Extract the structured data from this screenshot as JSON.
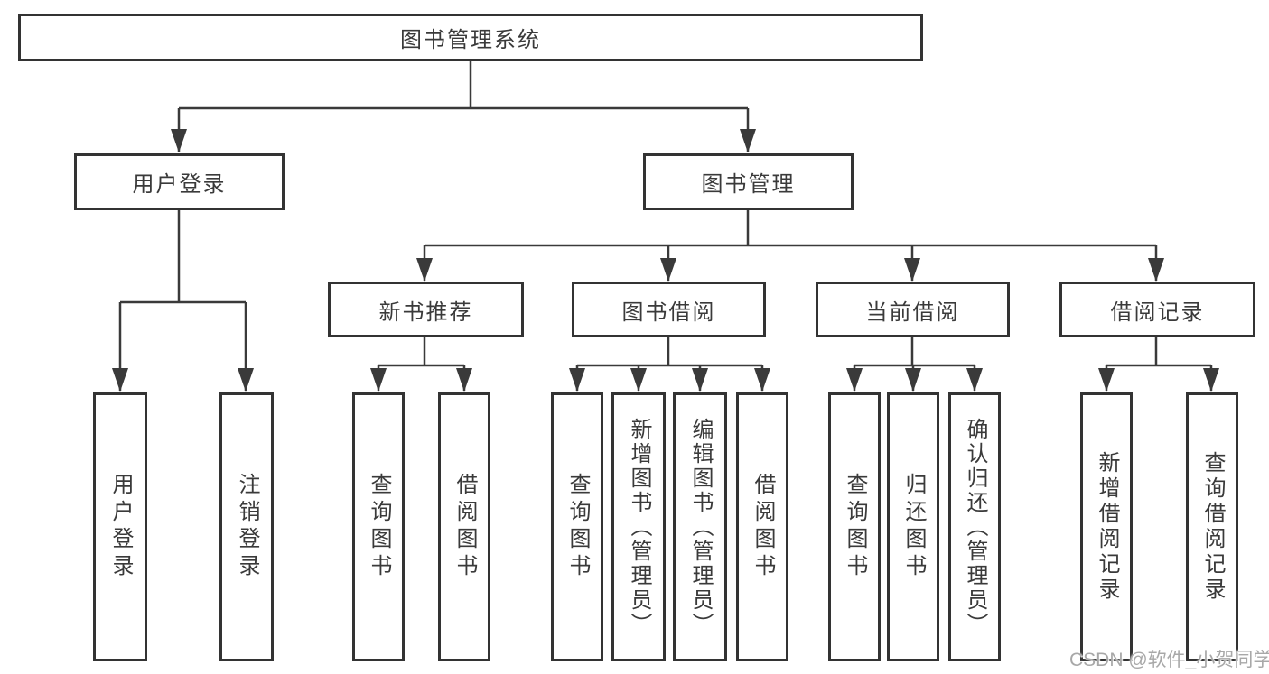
{
  "tree": {
    "label": "图书管理系统",
    "children": [
      {
        "label": "用户登录",
        "children": [
          {
            "label": "用户登录"
          },
          {
            "label": "注销登录"
          }
        ]
      },
      {
        "label": "图书管理",
        "children": [
          {
            "label": "新书推荐",
            "children": [
              {
                "label": "查询图书"
              },
              {
                "label": "借阅图书"
              }
            ]
          },
          {
            "label": "图书借阅",
            "children": [
              {
                "label": "查询图书"
              },
              {
                "label": "新增图书（管理员）"
              },
              {
                "label": "编辑图书（管理员）"
              },
              {
                "label": "借阅图书"
              }
            ]
          },
          {
            "label": "当前借阅",
            "children": [
              {
                "label": "查询图书"
              },
              {
                "label": "归还图书"
              },
              {
                "label": "确认归还（管理员）"
              }
            ]
          },
          {
            "label": "借阅记录",
            "children": [
              {
                "label": "新增借阅记录"
              },
              {
                "label": "查询借阅记录"
              }
            ]
          }
        ]
      }
    ]
  },
  "watermark": {
    "text": "CSDN @软件_小贺同学"
  },
  "colors": {
    "line": "#3a3a3a",
    "box_border": "#333333",
    "text": "#3a3a3a",
    "watermark": "#a8a8a8",
    "background": "#ffffff"
  }
}
